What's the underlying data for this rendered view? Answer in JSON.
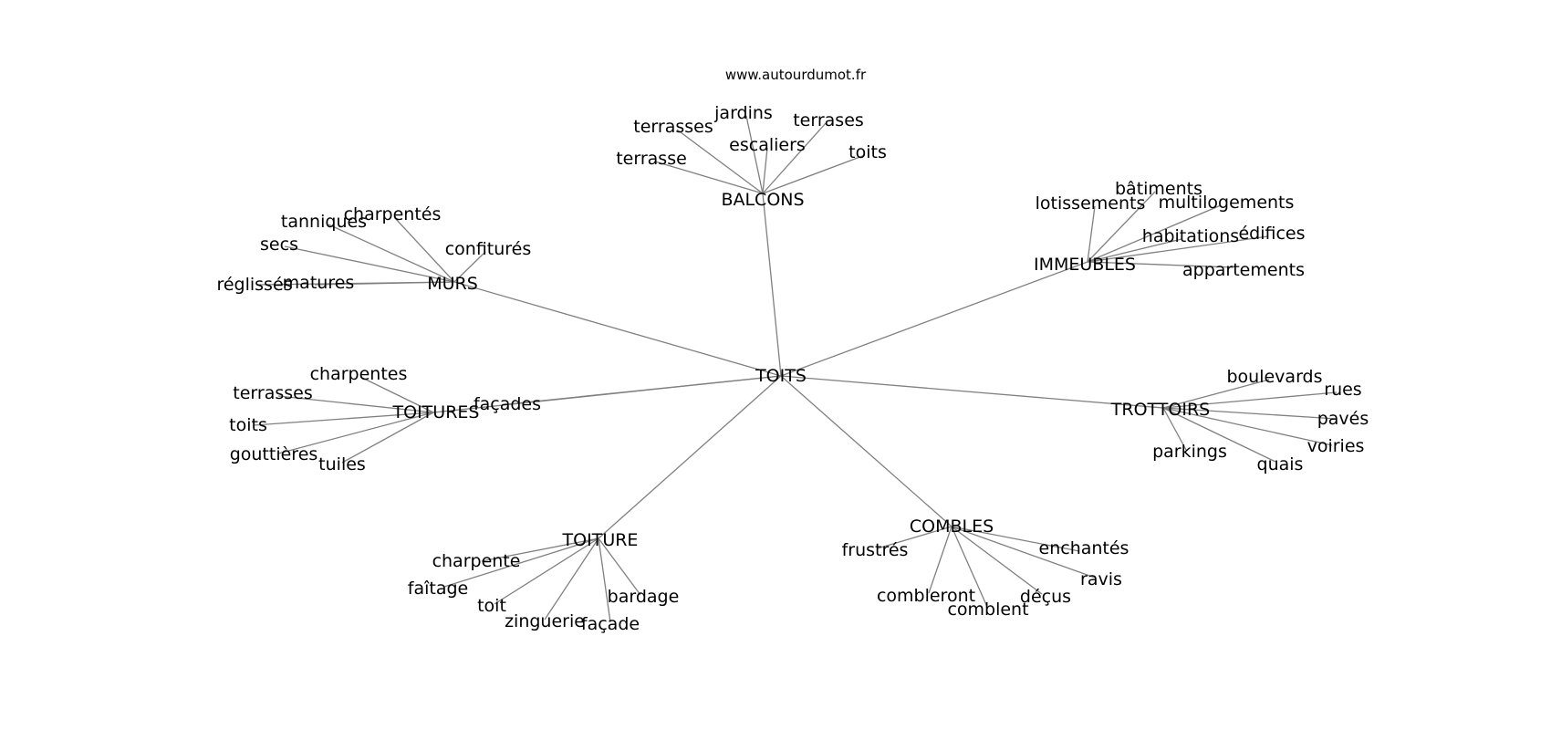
{
  "source_label": "www.autourdumot.fr",
  "root": "TOITS",
  "groups": [
    {
      "hub": "BALCONS",
      "leaves": [
        "jardins",
        "terrasses",
        "terrases",
        "escaliers",
        "terrasse",
        "toits"
      ]
    },
    {
      "hub": "IMMEUBLES",
      "leaves": [
        "bâtiments",
        "lotissements",
        "multilogements",
        "habitations",
        "édifices",
        "appartements"
      ]
    },
    {
      "hub": "MURS",
      "leaves": [
        "charpentés",
        "tanniques",
        "secs",
        "confiturés",
        "réglissés",
        "matures"
      ]
    },
    {
      "hub": "TOITURES",
      "leaves": [
        "charpentes",
        "terrasses",
        "toits",
        "gouttières",
        "tuiles"
      ]
    },
    {
      "hub": "façades",
      "leaves": []
    },
    {
      "hub": "TROTTOIRS",
      "leaves": [
        "boulevards",
        "rues",
        "pavés",
        "voiries",
        "parkings",
        "quais"
      ]
    },
    {
      "hub": "TOITURE",
      "leaves": [
        "charpente",
        "faîtage",
        "toit",
        "zinguerie",
        "façade",
        "bardage"
      ]
    },
    {
      "hub": "COMBLES",
      "leaves": [
        "frustrés",
        "enchantés",
        "ravis",
        "combleront",
        "déçus",
        "comblent"
      ]
    }
  ]
}
